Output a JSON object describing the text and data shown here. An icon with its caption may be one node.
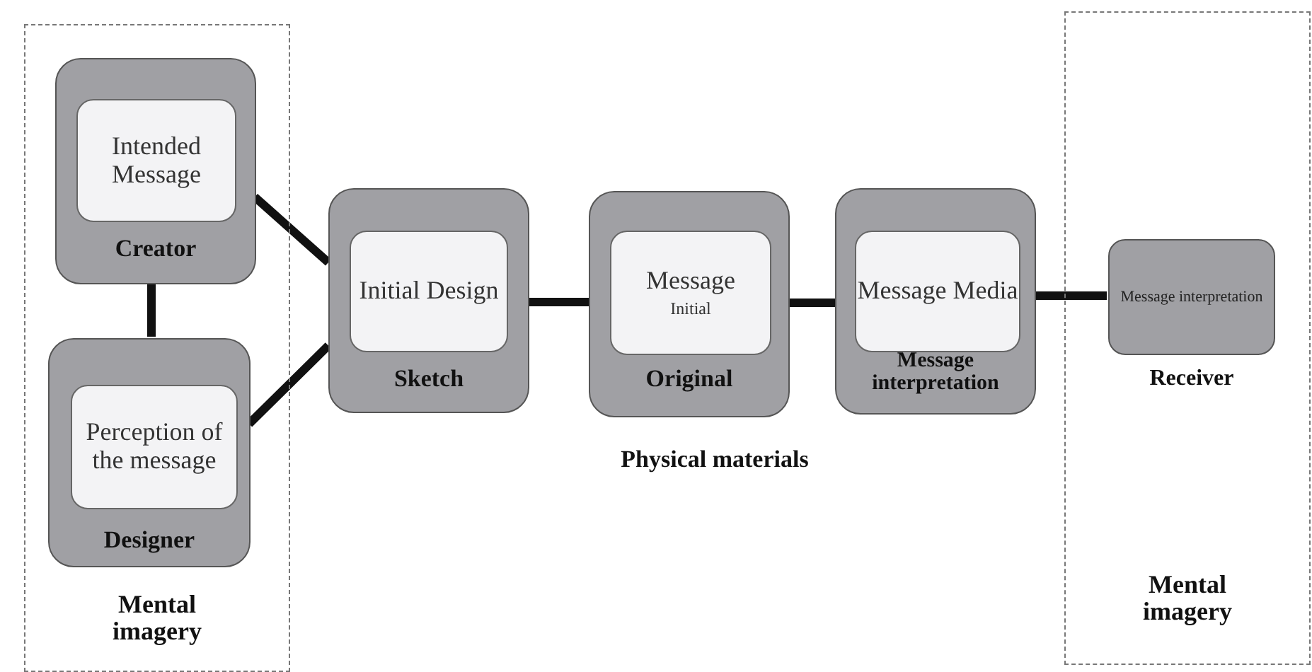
{
  "diagram": {
    "nodes": [
      {
        "text": [
          "Mental imagery"
        ]
      },
      {
        "text": [
          "Creator"
        ],
        "in": 0
      },
      {
        "text": [
          "Intended Message"
        ],
        "in": 1
      },
      {
        "text": [
          "Designer"
        ],
        "in": 0
      },
      {
        "text": [
          "Perception of the message"
        ],
        "in": 3
      },
      {
        "text": [
          "Sketch"
        ]
      },
      {
        "text": [
          "Initial Design"
        ],
        "in": 5
      },
      {
        "text": [
          "Original"
        ]
      },
      {
        "text": [
          "Message",
          "Initial"
        ],
        "in": 7
      },
      {
        "text": [
          "Message interpretation"
        ]
      },
      {
        "text": [
          "Message Media"
        ],
        "in": 9
      },
      {
        "text": [
          "Mental imagery"
        ]
      },
      {
        "text": [
          "Message interpretation"
        ],
        "beside": [
          "Receiver"
        ],
        "in": 11
      }
    ],
    "edges": [
      {
        "from": 1,
        "to": 3,
        "arrow": "none"
      },
      {
        "from": 1,
        "to": 5,
        "arrow": "none"
      },
      {
        "from": 3,
        "to": 5,
        "arrow": "none"
      },
      {
        "from": 5,
        "to": 7,
        "arrow": "none"
      },
      {
        "from": 7,
        "to": 9,
        "arrow": "none"
      },
      {
        "from": 9,
        "to": 12,
        "arrow": "none"
      }
    ],
    "labels": [
      "Physical materials"
    ]
  }
}
